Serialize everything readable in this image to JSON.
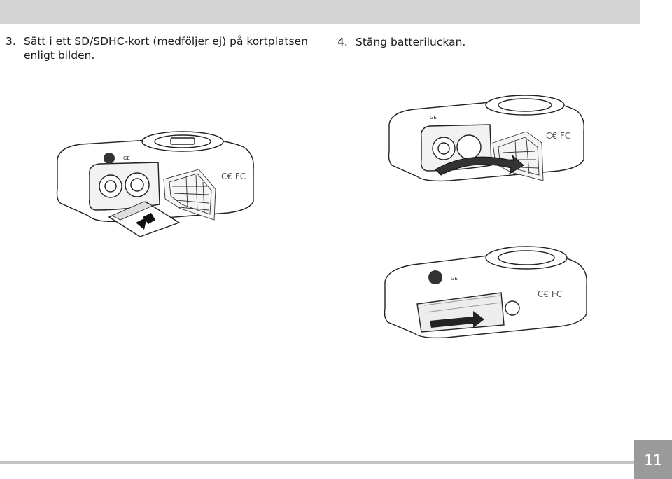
{
  "steps": [
    {
      "number": "3.",
      "text": "Sätt i ett SD/SDHC-kort (medföljer ej) på kortplatsen enligt bilden."
    },
    {
      "number": "4.",
      "text": "Stäng batteriluckan."
    }
  ],
  "figures": [
    {
      "icon": "camera-insert-sd-card-illustration"
    },
    {
      "icon": "camera-close-battery-door-illustration"
    },
    {
      "icon": "camera-slide-lock-battery-door-illustration"
    }
  ],
  "footer": {
    "page_number": "11"
  },
  "colors": {
    "header_bar": "#d4d4d4",
    "footer_rule": "#c4c4c4",
    "page_box": "#9a9a9a"
  }
}
